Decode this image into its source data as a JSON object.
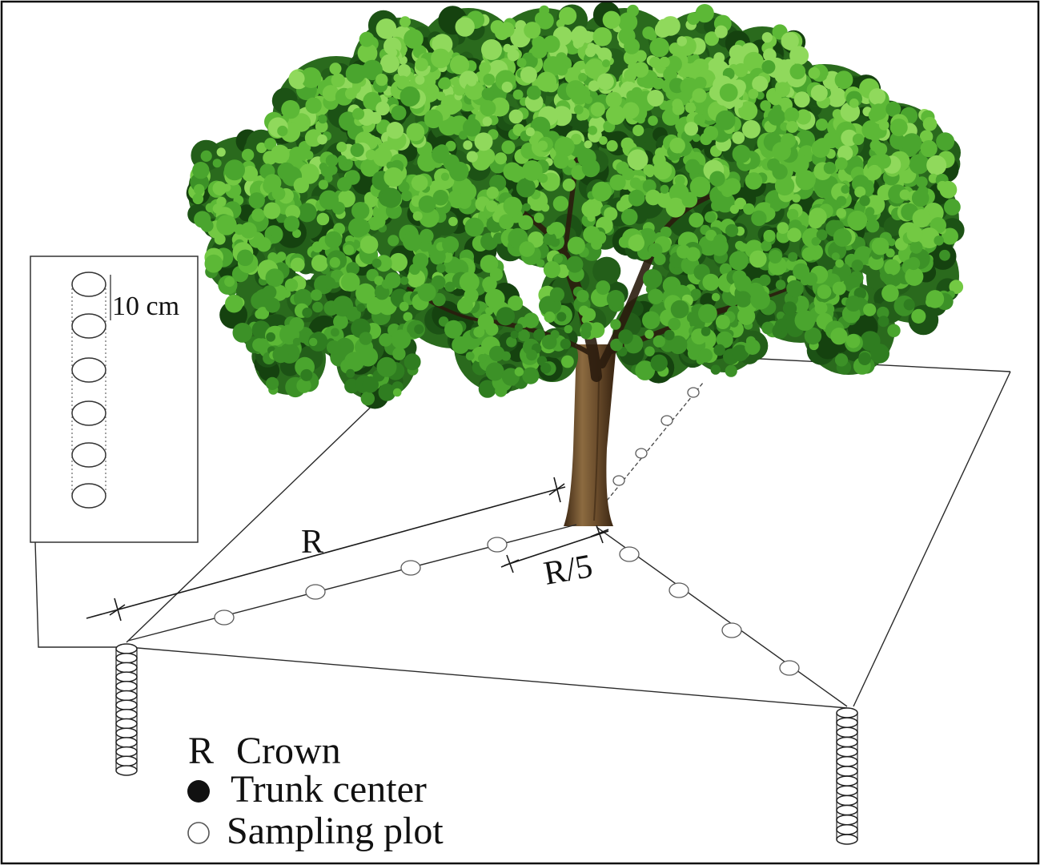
{
  "inset": {
    "spacing_label": "10 cm"
  },
  "dimensions": {
    "crown_radius_label": "R",
    "first_plot_distance_label": "R/5"
  },
  "legend": [
    {
      "key": "R",
      "label": "Crown"
    },
    {
      "label": "Trunk center",
      "symbol": "filled-circle-icon"
    },
    {
      "label": "Sampling plot",
      "symbol": "open-circle-icon"
    }
  ],
  "colors": {
    "canopy_base": "#2a6a1d",
    "canopy_shadow": [
      "#15420f",
      "#1c5215",
      "#235e19"
    ],
    "canopy_light": [
      "#2f7d20",
      "#3c9127",
      "#4aa52e",
      "#5cb836",
      "#73c943",
      "#90d95c"
    ]
  }
}
